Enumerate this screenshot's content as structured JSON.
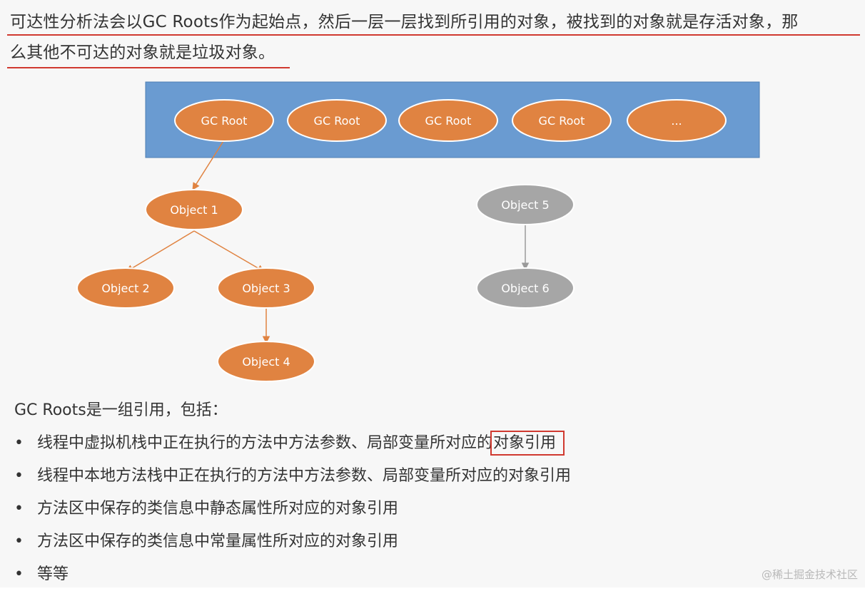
{
  "intro": {
    "line1": "可达性分析法会以GC Roots作为起始点，然后一层一层找到所引用的对象，被找到的对象就是存活对象，那",
    "line2": "么其他不可达的对象就是垃圾对象。"
  },
  "diagram": {
    "colors": {
      "roots_panel": "#6a9bd1",
      "node_reachable": "#e08341",
      "node_unreachable": "#a6a6a6",
      "edge_reachable": "#e08341",
      "edge_unreachable": "#9a9a9a",
      "node_border": "#ffffff"
    },
    "roots": [
      "GC Root",
      "GC Root",
      "GC Root",
      "GC Root",
      "..."
    ],
    "objects": {
      "o1": "Object 1",
      "o2": "Object 2",
      "o3": "Object 3",
      "o4": "Object 4",
      "o5": "Object 5",
      "o6": "Object 6"
    }
  },
  "gc_roots": {
    "heading": "GC Roots是一组引用，包括：",
    "bullet_symbol": "•",
    "items": [
      {
        "text_before": "线程中虚拟机栈中正在执行的方法中方法参数、局部变量所对应的",
        "text_highlight": "对象引用"
      },
      {
        "text": "线程中本地方法栈中正在执行的方法中方法参数、局部变量所对应的对象引用"
      },
      {
        "text": "方法区中保存的类信息中静态属性所对应的对象引用"
      },
      {
        "text": "方法区中保存的类信息中常量属性所对应的对象引用"
      },
      {
        "text": "等等"
      }
    ]
  },
  "watermark": "@稀土掘金技术社区"
}
